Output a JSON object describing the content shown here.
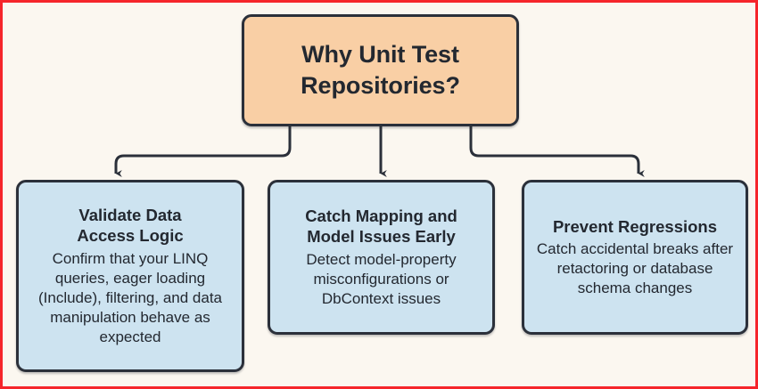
{
  "diagram": {
    "title": "Why Unit Test Repositories?",
    "root": {
      "label_line_1": "Why Unit Test",
      "label_line_2": "Repositories?"
    },
    "branches": [
      {
        "heading_line_1": "Validate Data",
        "heading_line_2": "Access Logic",
        "body": "Confirm that your LINQ queries, eager loading (Include), filtering, and data manipulation behave as expected"
      },
      {
        "heading_line_1": "Catch Mapping and",
        "heading_line_2": "Model Issues Early",
        "body": "Detect model-property misconfigurations or DbContext issues"
      },
      {
        "heading_line_1": "Prevent Regressions",
        "heading_line_2": "",
        "body": "Catch accidental breaks after retactoring or database schema changes"
      }
    ],
    "colors": {
      "page_background": "#FBF7F0",
      "page_border": "#F5252B",
      "root_fill": "#F9CFA5",
      "leaf_fill": "#CDE3F0",
      "stroke": "#2B303A",
      "text": "#232830"
    },
    "connectors": [
      {
        "name": "root-to-validate-data-access-logic",
        "style": "elbow-left",
        "arrow": "down"
      },
      {
        "name": "root-to-catch-mapping-model-issues",
        "style": "straight",
        "arrow": "down"
      },
      {
        "name": "root-to-prevent-regressions",
        "style": "elbow-right",
        "arrow": "down"
      }
    ]
  }
}
